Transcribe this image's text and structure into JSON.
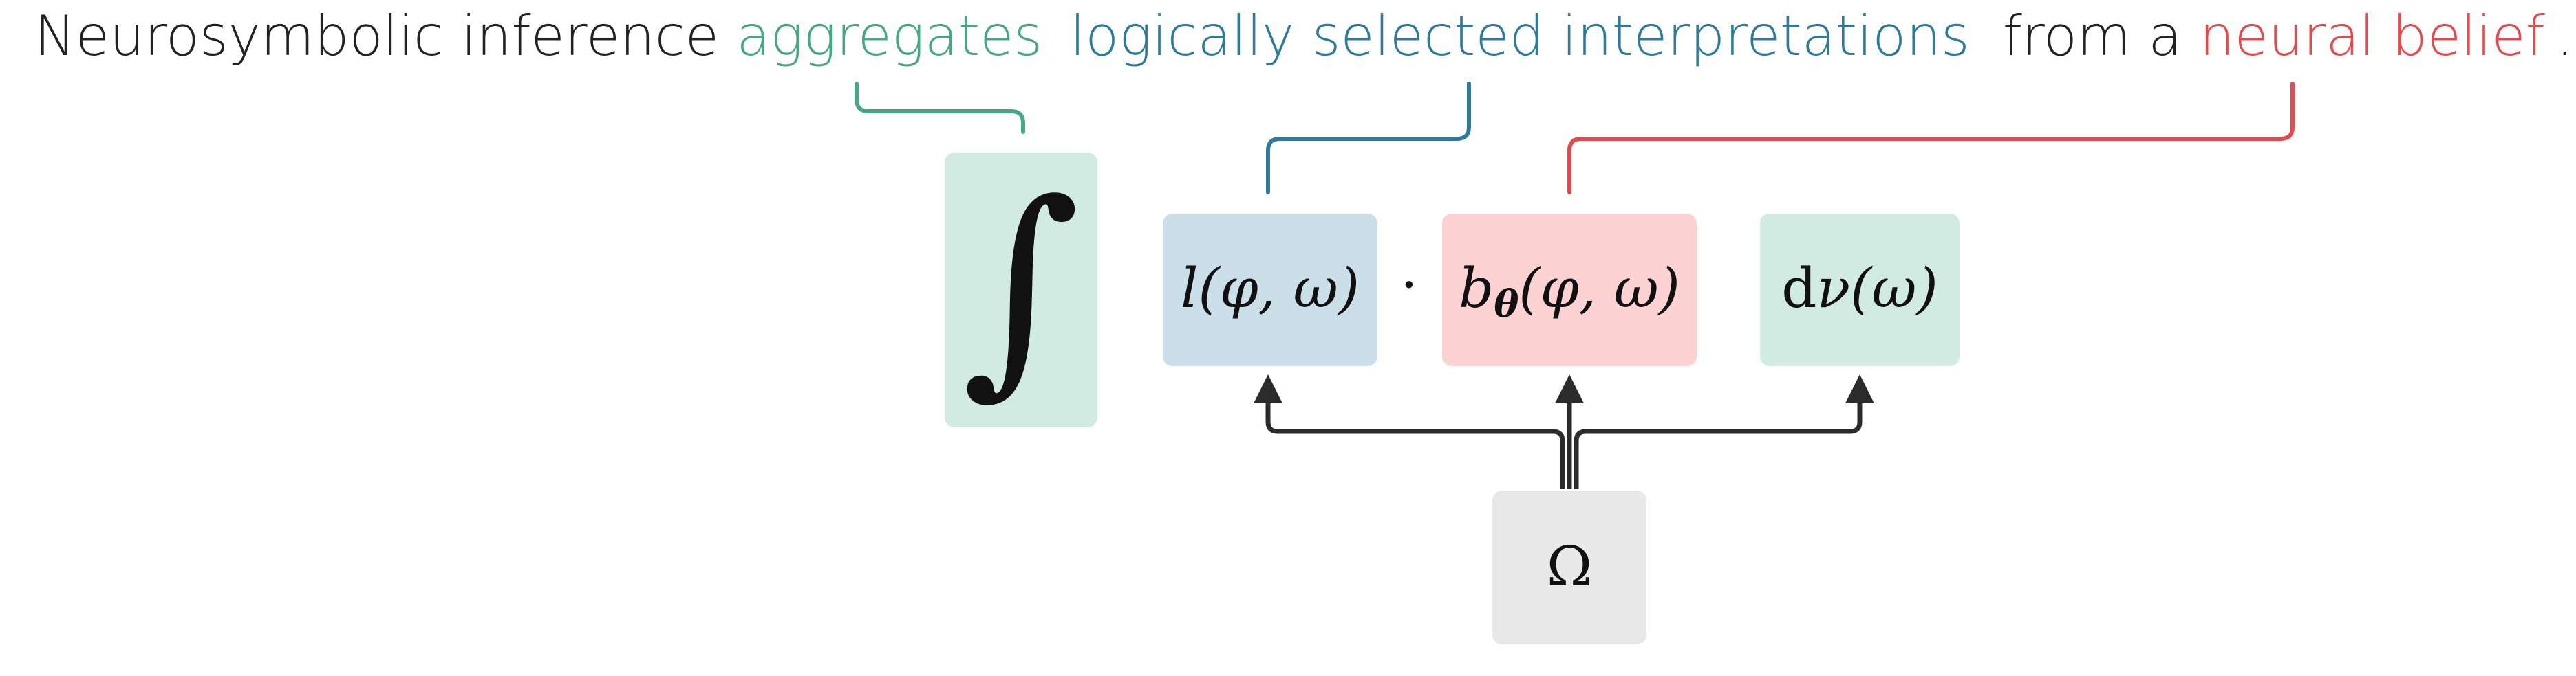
{
  "colors": {
    "green_text": "#45a883",
    "blue_text": "#2d7a9a",
    "red_text": "#e5484d",
    "dark_text": "#222222",
    "green_box": "#d2ebe2",
    "blue_box": "#cbdfe8",
    "red_box": "#fdd2d2",
    "gray_box": "#e8e8e8",
    "arrow": "#2b2b2b"
  },
  "sentence": {
    "part1": "Neurosymbolic inference ",
    "aggregates": "aggregates",
    "logically": "logically selected interpretations",
    "from_a": "from a ",
    "neural": "neural belief",
    "period": "."
  },
  "formula": {
    "integral": "∫",
    "logic_fn": "l(φ, ω)",
    "dot": "·",
    "belief_b": "b",
    "belief_sub": "θ",
    "belief_args": "(φ, ω)",
    "measure_d": "d",
    "measure_rest": "ν(ω)",
    "omega": "Ω"
  }
}
